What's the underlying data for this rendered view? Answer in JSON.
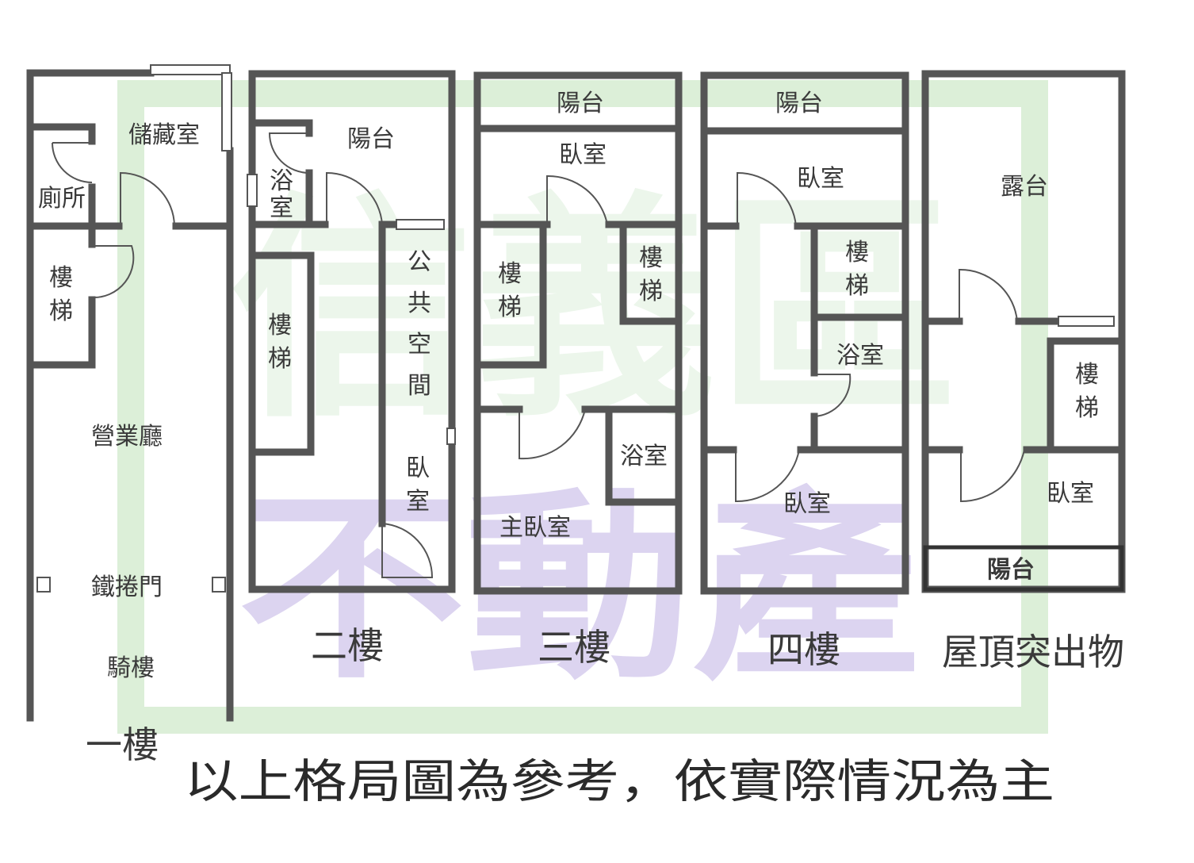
{
  "watermark": {
    "top_text": "信義區",
    "bottom_text": "不動產",
    "frame_color": "#dcefd8",
    "bottom_color": "#c9bce8"
  },
  "floors": {
    "f1": {
      "label": "一樓",
      "rooms": {
        "storage": "儲藏室",
        "toilet": "廁所",
        "stairs": "樓\n梯",
        "hall": "營業廳",
        "shutter": "鐵捲門",
        "arcade": "騎樓"
      }
    },
    "f2": {
      "label": "二樓",
      "rooms": {
        "balcony": "陽台",
        "bath": "浴\n室",
        "stairs": "樓\n梯",
        "public": "公\n共\n空\n間",
        "bedroom": "臥\n室"
      }
    },
    "f3": {
      "label": "三樓",
      "rooms": {
        "balcony": "陽台",
        "bedroom": "臥室",
        "stairs_left": "樓\n梯",
        "stairs_right": "樓\n梯",
        "bath": "浴室",
        "master": "主臥室"
      }
    },
    "f4": {
      "label": "四樓",
      "rooms": {
        "balcony": "陽台",
        "bedroom_top": "臥室",
        "stairs": "樓\n梯",
        "bath": "浴室",
        "bedroom_bottom": "臥室"
      }
    },
    "roof": {
      "label": "屋頂突出物",
      "rooms": {
        "terrace": "露台",
        "stairs": "樓\n梯",
        "bedroom": "臥室",
        "balcony": "陽台"
      }
    }
  },
  "footer_note": "以上格局圖為參考，依實際情況為主"
}
